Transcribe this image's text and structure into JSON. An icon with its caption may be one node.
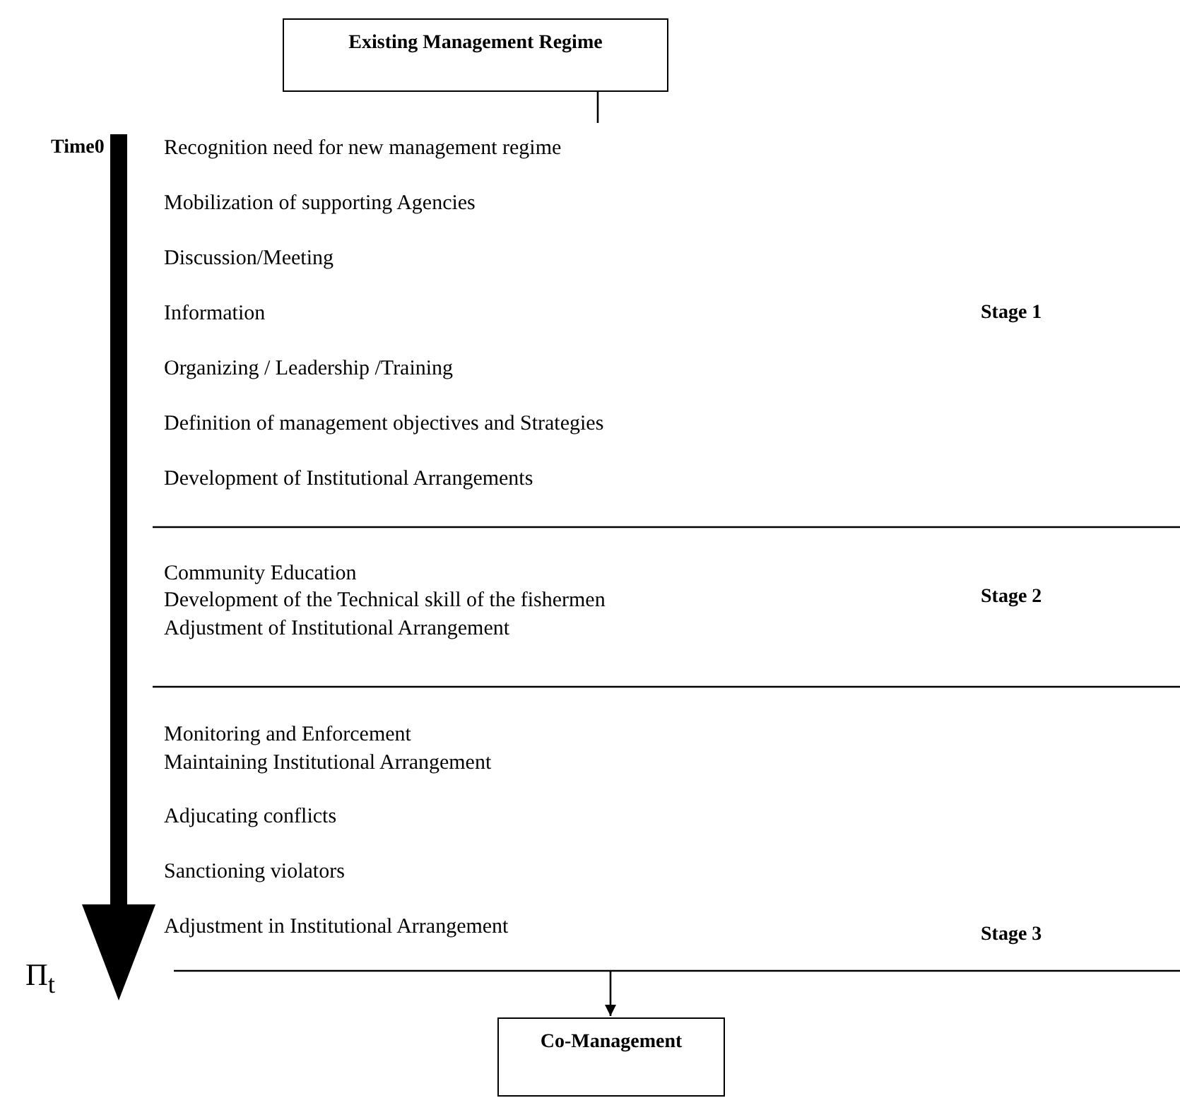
{
  "diagram": {
    "nodes": [
      {
        "text": [
          "Existing Management Regime"
        ]
      },
      {
        "text": [
          "Recognition need for new management regime"
        ]
      },
      {
        "text": [
          "Co-Management"
        ]
      }
    ],
    "edges": [
      {
        "from": 0,
        "to": 1,
        "arrow": "none"
      },
      {
        "from": null,
        "to": 2,
        "arrow": "to"
      }
    ],
    "labels": [
      "Time0",
      "Mobilization of supporting Agencies",
      "Discussion/Meeting",
      "Information",
      "Stage 1",
      "Organizing / Leadership /Training",
      "Definition of management objectives and Strategies",
      "Development of Institutional Arrangements",
      "Community Education",
      "Development of the Technical skill of the fishermen",
      "Stage 2",
      "Adjustment of Institutional Arrangement",
      "Monitoring and Enforcement",
      "Maintaining Institutional Arrangement",
      "Adjucating conflicts",
      "Sanctioning violators",
      "Adjustment in Institutional Arrangement",
      "Stage 3",
      "Π$_{t}$"
    ]
  }
}
